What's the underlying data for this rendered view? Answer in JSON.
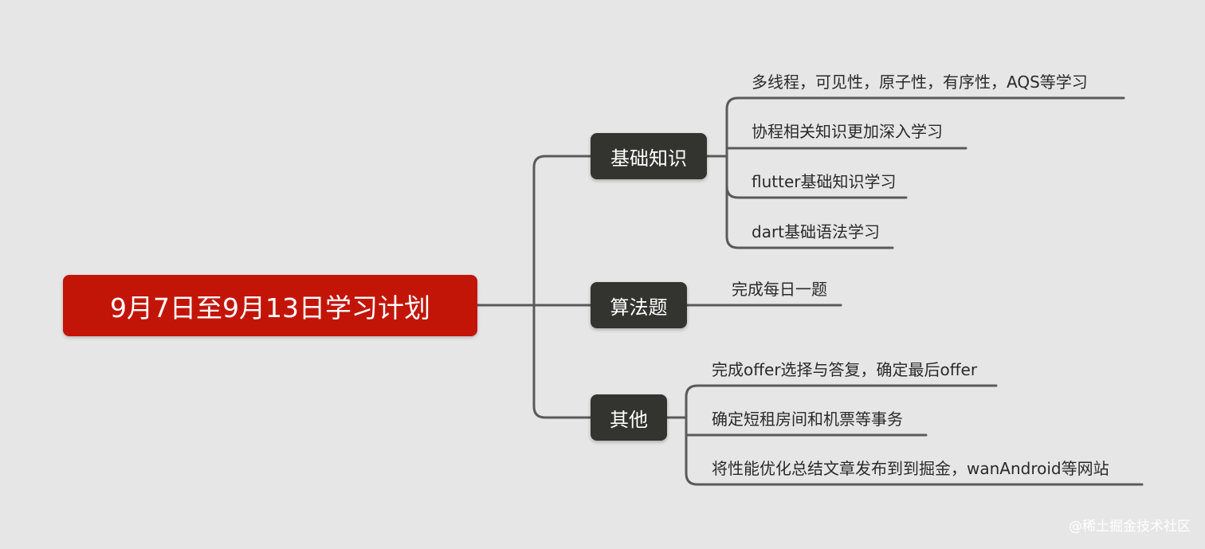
{
  "root": {
    "title": "9月7日至9月13日学习计划"
  },
  "branches": [
    {
      "label": "基础知识",
      "leaves": [
        "多线程，可见性，原子性，有序性，AQS等学习",
        "协程相关知识更加深入学习",
        "flutter基础知识学习",
        "dart基础语法学习"
      ]
    },
    {
      "label": "算法题",
      "leaves": [
        "完成每日一题"
      ]
    },
    {
      "label": "其他",
      "leaves": [
        "完成offer选择与答复，确定最后offer",
        "确定短租房间和机票等事务",
        "将性能优化总结文章发布到到掘金，wanAndroid等网站"
      ]
    }
  ],
  "watermark": "@稀土掘金技术社区",
  "colors": {
    "root": "#c21508",
    "branch": "#333430",
    "line": "#5a5a5a",
    "background": "#e6e6e6"
  }
}
